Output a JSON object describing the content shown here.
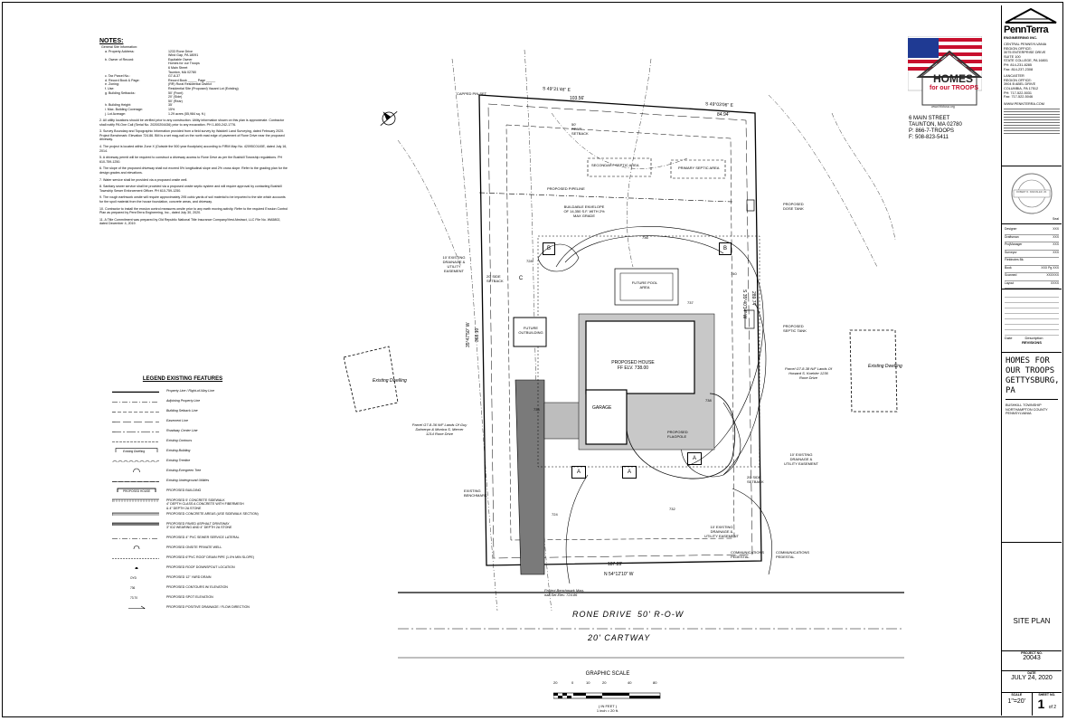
{
  "notes": {
    "heading": "NOTES:",
    "general_label": "General Site Information:",
    "rows": [
      [
        "a. Property Address:",
        "1233 Rone Drive"
      ],
      [
        "",
        "Wind Gap, PA 18091"
      ],
      [
        "b. Owner of Record:",
        "Equitable Owner"
      ],
      [
        "",
        "Homes for our Troops"
      ],
      [
        "",
        "6 Main Street"
      ],
      [
        "",
        "Taunton, MA 02780"
      ],
      [
        "c. Tax Parcel No.:",
        "G7-8-37"
      ],
      [
        "d. Record Book & Page:",
        "Record Book _____ Page _____"
      ],
      [
        "e. Zoning:",
        "(RR) Rural Residential District"
      ],
      [
        "f. Use:",
        "Residential Site (Proposed) Vacant Lot (Existing)"
      ],
      [
        "g. Building Setbacks:",
        "50' (Front)"
      ],
      [
        "",
        "20' (Side)"
      ],
      [
        "",
        "50' (Rear)"
      ],
      [
        "h. Building Height:",
        "35'"
      ],
      [
        "i. Max. Building Coverage:",
        "15%"
      ],
      [
        "j. Lot Acreage:",
        "1.29 acres (55,984 sq. ft.)"
      ]
    ],
    "items": [
      "2. All utility locations should be verified prior to any construction. Utility information shown on this plan is approximate. Contractor shall notify PA One Call (Serial No. 20200204436) prior to any excavation. PH 1-800-242-1776.",
      "3. Survey Boundary and Topographic Information provided from a field survey by Waddell Land Surveying, dated February 2020. Project Benchmark: Elevation 724.86. BM is a set mag-nail on the north east edge of pavement of Rone Drive near the proposed driveway.",
      "4. The project is located within Zone X (Outside the 500 year floodplain) according to FIRM Map No. 42095C0145E, dated July 16, 2014.",
      "5. A driveway permit will be required to construct a driveway access to Rone Drive as per the Bushkill Township regulations. PH 610-759-1250.",
      "6. The slope of the proposed driveway shall not exceed 5% longitudinal slope and 2% cross slope. Refer to the grading plan for the design grades and elevations.",
      "7. Water service shall be provided via a proposed onsite well.",
      "8. Sanitary sewer service shall be provided via a proposed onsite septic system and will require approval by contacting Bushkill Township Sewer Enforcement Officer. PH 610-759-1250.",
      "9. The rough earthwork onsite will require approximately 295 cubic yards of soil material to be imported to the site which accounts for the spoil material from the house foundation, concrete areas, and driveway.",
      "10. Contractor to install the erosion control measures onsite prior to any earth moving activity. Refer to the required Erosion Control Plan as prepared by PennTerra Engineering, Inc., dated July 30, 2020.",
      "11. A Title Commitment was prepared by Old Republic National Title Insurance Company/Vest Abstract, LLC File No. WA5802, dated December 4, 2019."
    ]
  },
  "legend": {
    "title": "LEGEND EXISTING FEATURES",
    "items": [
      {
        "sym": "line-heavy",
        "label": "Property Line / Right-of-Way Line"
      },
      {
        "sym": "line-dashdot",
        "label": "Adjoining Property Line"
      },
      {
        "sym": "line-dash",
        "label": "Building Setback Line"
      },
      {
        "sym": "line-longdash",
        "label": "Easement Line"
      },
      {
        "sym": "line-center",
        "label": "Roadway Center Line"
      },
      {
        "sym": "line-contour",
        "label": "Existing Contours"
      },
      {
        "sym": "box-dwelling",
        "label": "Existing Building",
        "text": "Existing Dwelling"
      },
      {
        "sym": "treeline",
        "label": "Existing Treeline"
      },
      {
        "sym": "evergreen",
        "label": "Existing Evergreen Tree"
      },
      {
        "sym": "utilities",
        "label": "Existing Underground Utilities"
      },
      {
        "sym": "box-house",
        "label": "PROPOSED BUILDING",
        "text": "PROPOSED HOUSE"
      },
      {
        "sym": "sidewalk",
        "label": "PROPOSED 5' CONCRETE SIDEWALK\n4\" DEPTH CLASS A CONCRETE WITH FIBERMESH\n& 4\" DEPTH 2A STONE"
      },
      {
        "sym": "concrete",
        "label": "PROPOSED CONCRETE AREAS (USE SIDEWALK SECTION)"
      },
      {
        "sym": "asphalt",
        "label": "PROPOSED PAVED ASPHALT DRIVEWAY\n3\" ID2 WEARING AND 4\" DEPTH 2A STONE"
      },
      {
        "sym": "sewer",
        "label": "PROPOSED 4\" PVC SEWER SERVICE LATERAL"
      },
      {
        "sym": "well",
        "label": "PROPOSED ONSITE PRIVATE WELL"
      },
      {
        "sym": "roofdrain",
        "label": "PROPOSED 6\"PVC ROOF DRAIN PIPE (1.0% MIN SLOPE)"
      },
      {
        "sym": "downspout",
        "label": "PROPOSED ROOF DOWNSPOUT LOCATION"
      },
      {
        "sym": "yarddrain",
        "label": "PROPOSED 12\" YARD DRAIN",
        "text": "OYD"
      },
      {
        "sym": "contour",
        "label": "PROPOSED CONTOURS W/ ELEVATION",
        "text": "736"
      },
      {
        "sym": "spot",
        "label": "PROPOSED SPOT ELEVATION",
        "text": "73.70"
      },
      {
        "sym": "flow",
        "label": "PROPOSED POSITIVE DRAINAGE / FLOW DIRECTION"
      }
    ]
  },
  "client": {
    "logo_line1": "HOMES",
    "logo_line2": "for our TROOPS",
    "logo_url": "www.hfotusa.org",
    "address": [
      "6 MAIN STREET",
      "TAUNTON, MA 02780",
      "P: 866-7-TROOPS",
      "F: 508-823-5411"
    ]
  },
  "plan": {
    "bearing_north": "S 49°21'46\" E",
    "dist_north1": "103.56'",
    "bearing_north2": "S 49°03'06\" E",
    "dist_north2": "84.94'",
    "bearing_east": "S 35°40'34\" W",
    "dist_east": "289.74'",
    "bearing_west": "35°47'50\" W",
    "dist_west": "368.10'",
    "bearing_south": "N 54°12'10\" W",
    "dist_south": "187.89'",
    "road_name": "RONE DRIVE",
    "row": "50' R-O-W",
    "cartway": "20' CARTWAY",
    "house_label": "PROPOSED HOUSE",
    "house_ff": "FF ELV. 738.00",
    "garage": "GARAGE",
    "outbuilding": "FUTURE OUTBUILDING",
    "pool": "FUTURE POOL AREA",
    "septic_secondary": "SECONDARY SEPTIC AREA",
    "septic_primary": "PRIMARY SEPTIC AREA",
    "dose_tank": "PROPOSED DOSE TANK",
    "septic_tank": "PROPOSED SEPTIC TANK",
    "pipeline": "PROPOSED PIPELINE",
    "envelope": "BUILDABLE ENVELOPE OF 14,350 S.F. WITH 2% MAX GRADE",
    "flagpole": "PROPOSED FLAGPOLE",
    "easement_west": "10' EXISTING DRAINAGE & UTILITY EASEMENT",
    "easement_east": "10' EXISTING DRAINAGE & UTILITY EASEMENT",
    "easement_south": "10' EXISTING DRAINAGE & UTILITY EASEMENT",
    "setback_west": "20' SIDE SETBACK",
    "setback_east": "20' SIDE SETBACK",
    "setback_rear": "50' REAR SETBACK",
    "existing_dwelling": "Existing Dwelling",
    "parcel_west": "Parcel G7-8-36 N/F Lands Of Guy Dahrenpr & Monica S. Mercer 1214 Rone Drive",
    "parcel_east": "Parcel G7-8-38 N/F Lands Of Howard S. Koehler 1236 Rone Drive",
    "benchmark": "Project Benchmark Mag-nail Set Elev. 724.86",
    "comm_pedestal": "COMMUNICATIONS PEDESTAL",
    "capped_pin": "CAPPED PIN SET",
    "existing_benchmark": "EXISTING BENCHMARK",
    "marker_a": "A",
    "marker_b": "B",
    "marker_c": "C",
    "contours": [
      "724",
      "726",
      "728",
      "730",
      "732",
      "734",
      "736",
      "737",
      "738",
      "740"
    ]
  },
  "scale": {
    "title": "GRAPHIC SCALE",
    "ticks": [
      "20",
      "0",
      "10",
      "20",
      "40",
      "80"
    ],
    "unit": "( IN FEET )",
    "ratio": "1 inch = 20 ft."
  },
  "title_block": {
    "firm": "PennTerra",
    "firm_sub": "ENGINEERING INC.",
    "office1": [
      "CENTRAL PENNSYLVANIA",
      "REGION OFFICE:",
      "3075 ENTERPRISE DRIVE",
      "SUITE 100",
      "STATE COLLEGE, PA 16801",
      "PH: 814-231-8285",
      "Fax: 814-237-2308"
    ],
    "office2": [
      "LANCASTER",
      "REGION OFFICE:",
      "3904 B ABEL DRIVE",
      "COLUMBIA, PA 17512",
      "PH: 717-522-5031",
      "Fax: 717-522-5046"
    ],
    "website": "WWW.PENNTERRA.COM",
    "seal_text": "ROBERT R. KRESSLER, JR.",
    "seal_label": "Seal",
    "roles": [
      [
        "Designer",
        "XXX"
      ],
      [
        "Draftsman",
        "XXX"
      ],
      [
        "ProjManager",
        "XXX"
      ],
      [
        "Surveyor",
        "XXX"
      ],
      [
        "Fieldnotes Bk.",
        ""
      ],
      [
        "Book",
        "XXX Pg XXX"
      ],
      [
        "Scanned",
        "XXXXXX"
      ],
      [
        "Layout",
        "XXXX"
      ]
    ],
    "revisions_label": "REVISIONS",
    "rev_headers": [
      "Date",
      "Description"
    ],
    "project_name": "HOMES FOR OUR TROOPS GETTYSBURG, PA",
    "location": "BUSHKILL TOWNSHIP NORTHAMPTON COUNTY PENNSYLVANIA",
    "sheet_title": "SITE PLAN",
    "project_no_label": "PROJECT NO.",
    "project_no": "20043",
    "date_label": "DATE",
    "date": "JULY 24, 2020",
    "scale_label": "SCALE",
    "scale": "1\"=20'",
    "sheet_label": "SHEET NO.",
    "sheet": "1",
    "sheet_of": "of 2"
  },
  "colors": {
    "ink": "#000000",
    "asphalt": "#7a7a7a",
    "flag_red": "#c8102e",
    "flag_blue": "#1f3a93"
  }
}
